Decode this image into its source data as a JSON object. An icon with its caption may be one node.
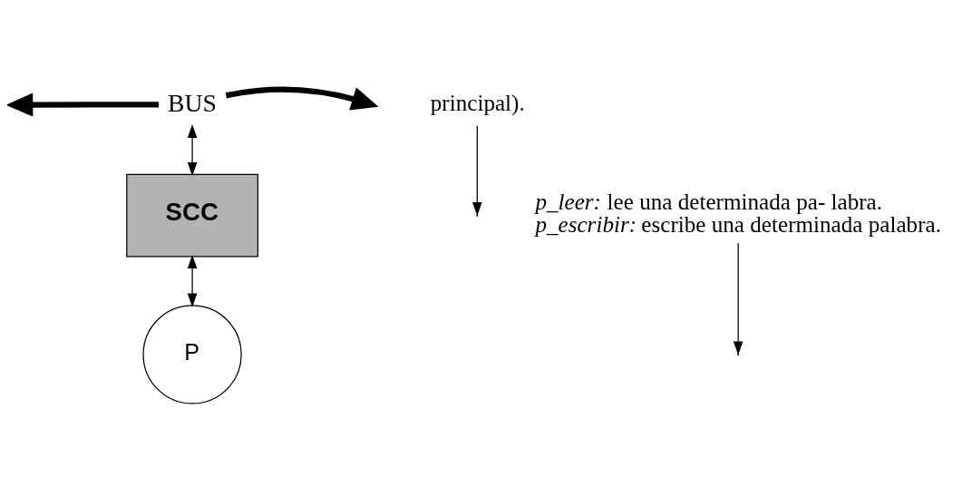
{
  "diagram": {
    "nodes": [
      {
        "text": [
          "BUS"
        ]
      },
      {
        "text": [
          "SCC"
        ]
      },
      {
        "text": [
          "P"
        ]
      },
      {
        "text": [
          "principal)."
        ]
      },
      {
        "text": [
          "*p_leer:* lee una determinada pa- labra.",
          "*p_escribir:* escribe una determinada palabra."
        ]
      }
    ],
    "edges": [
      {
        "from": 0,
        "to": null,
        "arrow": "to",
        "style": "thick"
      },
      {
        "from": 0,
        "to": null,
        "arrow": "to",
        "style": "thick"
      },
      {
        "from": 0,
        "to": 1,
        "arrow": "both"
      },
      {
        "from": 1,
        "to": 2,
        "arrow": "both"
      },
      {
        "from": 3,
        "to": null,
        "arrow": "to"
      },
      {
        "from": 4,
        "to": null,
        "arrow": "to"
      }
    ]
  }
}
